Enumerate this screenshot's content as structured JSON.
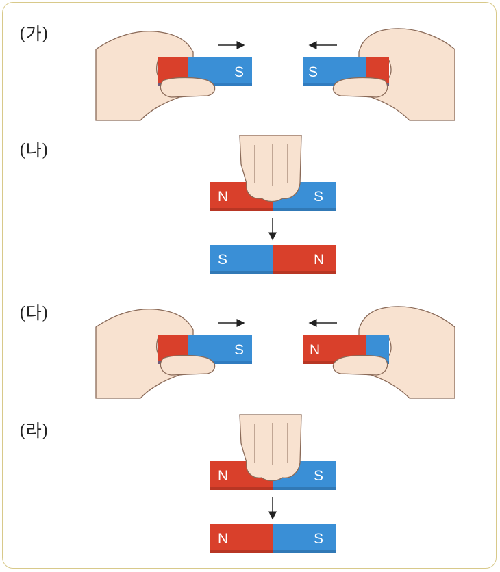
{
  "panels": [
    {
      "label": "(가)"
    },
    {
      "label": "(나)"
    },
    {
      "label": "(다)"
    },
    {
      "label": "(라)"
    }
  ],
  "poles": {
    "north": "N",
    "south": "S"
  },
  "colors": {
    "north": "#d9402b",
    "north_dark": "#b0301e",
    "south": "#3a8fd6",
    "south_dark": "#2a6fb0",
    "skin": "#f8e2d0",
    "skin_line": "#8a6a58",
    "frame": "#d8c98a"
  }
}
